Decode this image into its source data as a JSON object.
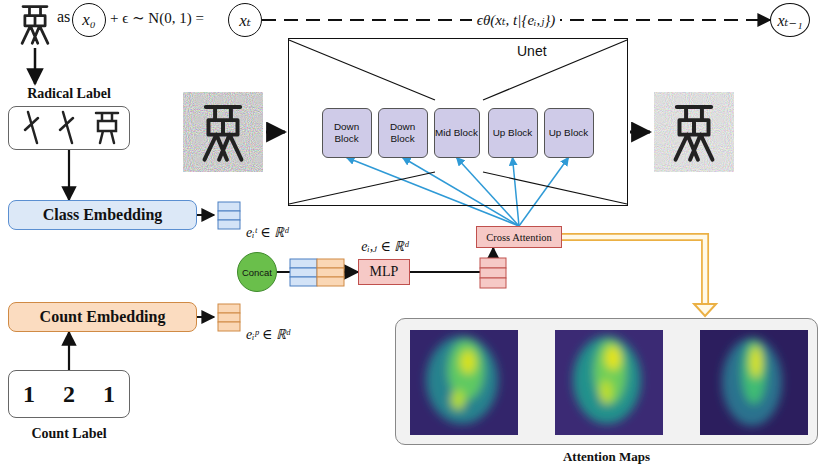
{
  "diagram": {
    "nodes": [
      {
        "text": [
          "x₀"
        ]
      },
      {
        "text": [
          "xₜ"
        ]
      },
      {
        "text": [
          "xₜ₋₁"
        ]
      },
      {
        "text": [
          "Radical Label"
        ]
      },
      {
        "text": [
          "Unet"
        ]
      },
      {
        "text": [
          "Down Block"
        ],
        "in": 4
      },
      {
        "text": [
          "Down Block"
        ],
        "in": 4
      },
      {
        "text": [
          "Mid Block"
        ],
        "in": 4
      },
      {
        "text": [
          "Up Block"
        ],
        "in": 4
      },
      {
        "text": [
          "Up Block"
        ],
        "in": 4
      },
      {
        "text": [
          "Class Embedding"
        ]
      },
      {
        "text": [
          "Concat"
        ]
      },
      {
        "text": [
          "MLP"
        ]
      },
      {
        "text": [
          "Cross Attention"
        ]
      },
      {
        "text": [
          "Count Embedding"
        ]
      },
      {
        "text": [
          "Attention Maps"
        ]
      },
      {
        "text": [
          "1",
          "2",
          "1",
          "Count Label"
        ]
      }
    ],
    "edges": [
      {
        "from": 1,
        "to": 2,
        "arrow": "to",
        "label": "ϵθ(xₜ, t|{eᵢ,ⱼ})"
      },
      {
        "from": 3,
        "to": 10,
        "arrow": "to"
      },
      {
        "from": 16,
        "to": 14,
        "arrow": "to"
      },
      {
        "from": 11,
        "to": 12,
        "arrow": "to"
      },
      {
        "from": 12,
        "to": 13,
        "arrow": "to"
      },
      {
        "from": 13,
        "to": 5,
        "arrow": "to"
      },
      {
        "from": 13,
        "to": 6,
        "arrow": "to"
      },
      {
        "from": 13,
        "to": 7,
        "arrow": "to"
      },
      {
        "from": 13,
        "to": 8,
        "arrow": "to"
      },
      {
        "from": 13,
        "to": 9,
        "arrow": "to"
      },
      {
        "from": 13,
        "to": 15,
        "arrow": "to"
      }
    ],
    "labels": [
      "as",
      "+ ϵ ∼ N(0, 1) =",
      "eᵢᵗ ∈ ℝᵈ",
      "eᵢᵖ ∈ ℝᵈ",
      "eᵢ,ⱼ ∈ ℝᵈ"
    ]
  }
}
